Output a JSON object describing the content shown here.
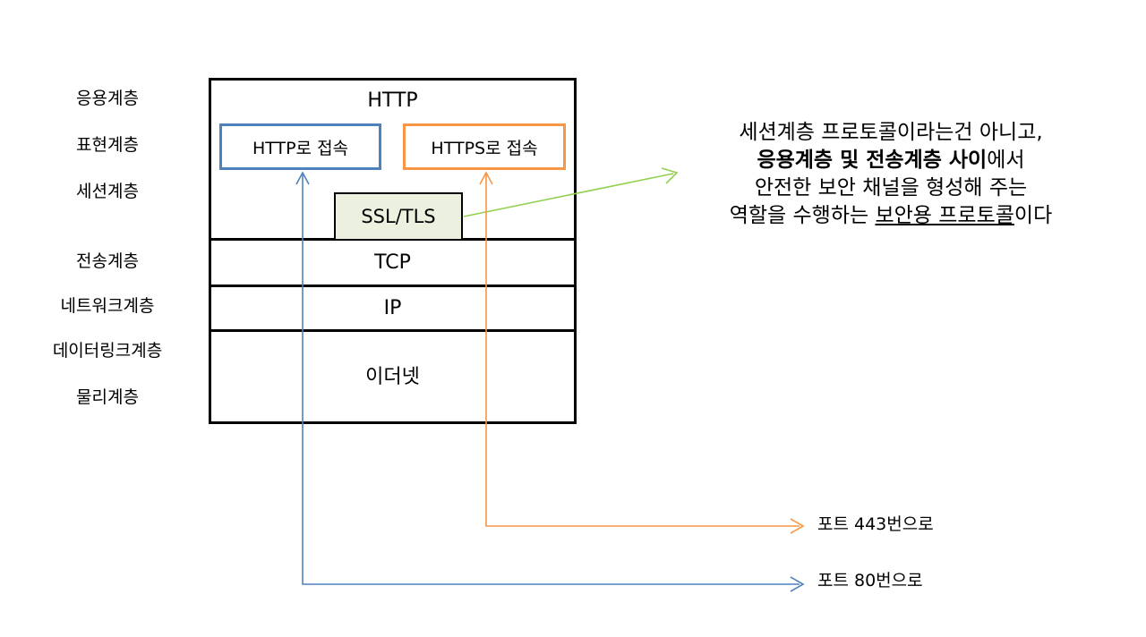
{
  "layers": [
    "응용계층",
    "표현계층",
    "세션계층",
    "전송계층",
    "네트워크계층",
    "데이터링크계층",
    "물리계층"
  ],
  "stack": {
    "http": "HTTP",
    "http_connect": "HTTP로 접속",
    "https_connect": "HTTPS로 접속",
    "ssl_tls": "SSL/TLS",
    "tcp": "TCP",
    "ip": "IP",
    "ethernet": "이더넷"
  },
  "note": {
    "line1": "세션계층 프로토콜이라는건 아니고,",
    "line2_bold": "응용계층 및 전송계층 사이",
    "line2_rest": "에서",
    "line3": "안전한 보안 채널을 형성해 주는",
    "line4_pre": "역할을 수행하는 ",
    "line4_underline": "보안용 프로토콜",
    "line4_post": "이다"
  },
  "ports": {
    "https": "포트 443번으로",
    "http": "포트 80번으로"
  },
  "colors": {
    "http_blue": "#4f81bd",
    "https_orange": "#f79646",
    "ssl_green": "#92d050",
    "ssl_fill": "#ebf1de"
  }
}
